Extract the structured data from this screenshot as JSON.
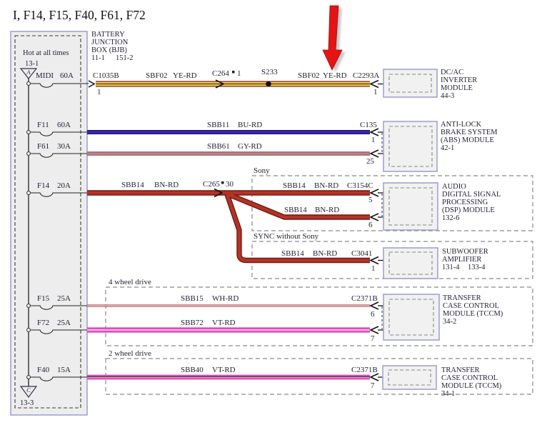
{
  "title": "I, F14, F15, F40, F61, F72",
  "bjb": {
    "name_lines": [
      "BATTERY",
      "JUNCTION",
      "BOX (BJB)"
    ],
    "refs": [
      "11-1",
      "151-2"
    ],
    "hot_label": "Hot at all times",
    "top_ref": "13-1",
    "top_letter": "A",
    "bottom_ref": "13-3",
    "bottom_letter": "C"
  },
  "fuses": [
    {
      "name": "MIDI",
      "rating": "60A"
    },
    {
      "name": "F11",
      "rating": "60A"
    },
    {
      "name": "F61",
      "rating": "30A"
    },
    {
      "name": "F14",
      "rating": "20A"
    },
    {
      "name": "F15",
      "rating": "25A"
    },
    {
      "name": "F72",
      "rating": "25A"
    },
    {
      "name": "F40",
      "rating": "15A"
    }
  ],
  "row1": {
    "conn_out": "C1035B",
    "pin_out": "1",
    "circuit_l": "SBF02",
    "color_l": "YE-RD",
    "inline_conn": "C264",
    "inline_pin": "1",
    "splice": "S233",
    "circuit_r": "SBF02",
    "color_r": "YE-RD",
    "conn_in": "C2293A",
    "pin_in": "1"
  },
  "row2": {
    "circuit": "SBB11",
    "color": "BU-RD",
    "conn": "C135",
    "pin": "1"
  },
  "row3": {
    "circuit": "SBB61",
    "color": "GY-RD",
    "pin": "25"
  },
  "row4": {
    "circuit": "SBB14",
    "color": "BN-RD",
    "inline_conn": "C265",
    "inline_pin": "30"
  },
  "sony": {
    "label": "Sony",
    "w1": {
      "circuit": "SBB14",
      "color": "BN-RD",
      "conn": "C3154C",
      "pin": "5"
    },
    "w2": {
      "circuit": "SBB14",
      "color": "BN-RD",
      "pin": "6"
    }
  },
  "sync": {
    "label": "SYNC without Sony",
    "w": {
      "circuit": "SBB14",
      "color": "BN-RD",
      "conn": "C3041",
      "pin": "1"
    }
  },
  "fourwd": {
    "label": "4 wheel drive",
    "w1": {
      "circuit": "SBB15",
      "color": "WH-RD",
      "conn": "C2371B",
      "pin": "6"
    },
    "w2": {
      "circuit": "SBB72",
      "color": "VT-RD",
      "pin": "7"
    }
  },
  "twowd": {
    "label": "2 wheel drive",
    "w": {
      "circuit": "SBB40",
      "color": "VT-RD",
      "conn": "C2371B",
      "pin": "7"
    }
  },
  "modules": {
    "inverter": {
      "lines": [
        "DC/AC",
        "INVERTER",
        "MODULE",
        "44-3"
      ]
    },
    "abs": {
      "lines": [
        "ANTI-LOCK",
        "BRAKE SYSTEM",
        "(ABS) MODULE",
        "42-1"
      ]
    },
    "dsp": {
      "lines": [
        "AUDIO",
        "DIGITAL SIGNAL",
        "PROCESSING",
        "(DSP) MODULE",
        "132-6"
      ]
    },
    "subwoofer": {
      "lines": [
        "SUBWOOFER",
        "AMPLIFIER"
      ],
      "refs": [
        "131-4",
        "133-4"
      ]
    },
    "tccm4": {
      "lines": [
        "TRANSFER",
        "CASE CONTROL",
        "MODULE (TCCM)",
        "34-2"
      ]
    },
    "tccm2": {
      "lines": [
        "TRANSFER",
        "CASE CONTROL",
        "MODULE (TCCM)",
        "34-1"
      ]
    }
  },
  "colors": {
    "wire_yellow": "#f3d04d",
    "wire_edge_red": "#8f1a10",
    "wire_blue": "#3726ae",
    "wire_blue_edge": "#1b1170",
    "wire_gray_red": "#bd868d",
    "wire_gray_red_edge": "#8d555c",
    "wire_brown_red": "#b03428",
    "wire_brown_red_edge": "#7a170e",
    "wire_white_red_edge": "#9e2323",
    "wire_violet": "#f8a8dc",
    "wire_violet_edge": "#d92ab2",
    "annotation_red": "#e41414",
    "box_border": "#9b9dcf",
    "box_fill": "#f1f1f1"
  }
}
